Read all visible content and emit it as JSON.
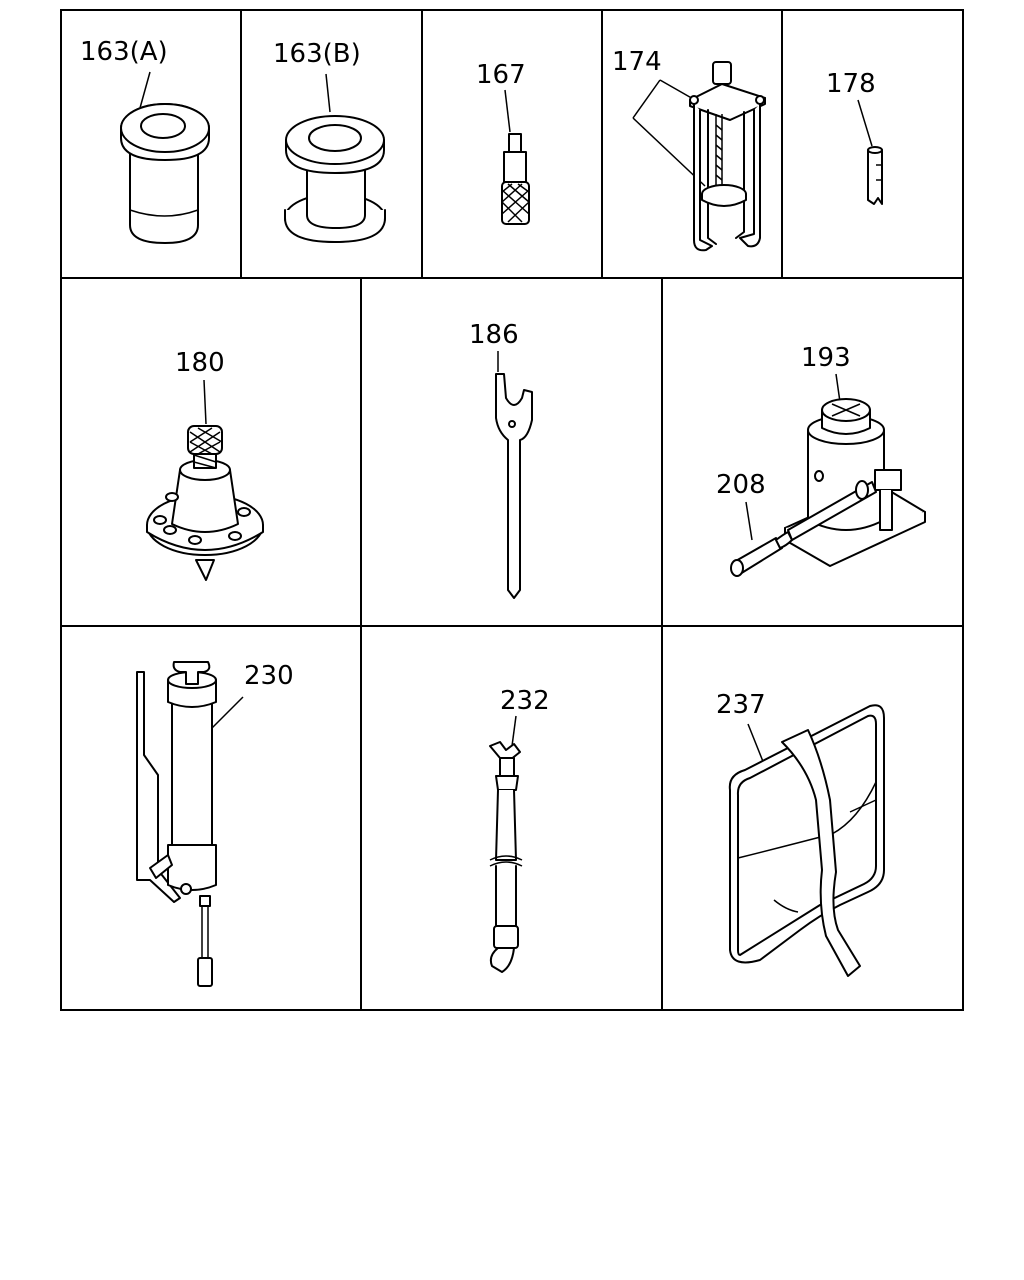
{
  "parts": [
    {
      "id": "p163a",
      "label": "163(A)",
      "icon": "bushing-tool-icon"
    },
    {
      "id": "p163b",
      "label": "163(B)",
      "icon": "spool-tool-icon"
    },
    {
      "id": "p167",
      "label": "167",
      "icon": "knurled-drift-icon"
    },
    {
      "id": "p174",
      "label": "174",
      "icon": "gear-puller-icon"
    },
    {
      "id": "p178",
      "label": "178",
      "icon": "pin-tool-icon"
    },
    {
      "id": "p180",
      "label": "180",
      "icon": "flange-holder-icon"
    },
    {
      "id": "p186",
      "label": "186",
      "icon": "wrench-icon"
    },
    {
      "id": "p193",
      "label": "193",
      "icon": "bottle-jack-icon"
    },
    {
      "id": "p208",
      "label": "208",
      "icon": "jack-handle-icon"
    },
    {
      "id": "p230",
      "label": "230",
      "icon": "grease-gun-icon"
    },
    {
      "id": "p232",
      "label": "232",
      "icon": "grease-hose-icon"
    },
    {
      "id": "p237",
      "label": "237",
      "icon": "tool-bag-icon"
    }
  ]
}
